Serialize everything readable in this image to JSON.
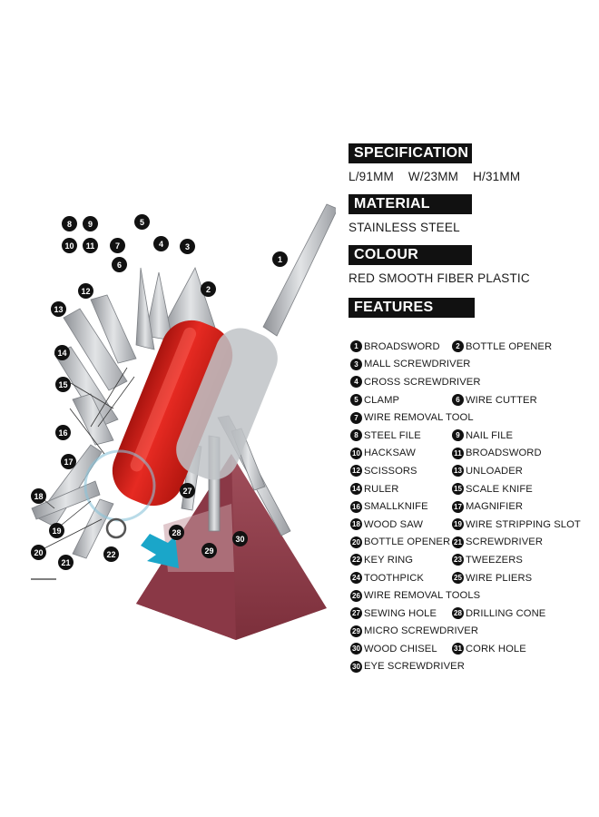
{
  "specification": {
    "header": "SPECIFICATION",
    "length": "L/91MM",
    "width": "W/23MM",
    "height": "H/31MM"
  },
  "material": {
    "header": "MATERIAL",
    "value": "STAINLESS STEEL"
  },
  "colour": {
    "header": "COLOUR",
    "value": "RED SMOOTH FIBER PLASTIC"
  },
  "features": {
    "header": "FEATURES",
    "rows": [
      [
        {
          "n": "1",
          "label": "BROADSWORD"
        },
        {
          "n": "2",
          "label": "BOTTLE OPENER"
        }
      ],
      [
        {
          "n": "3",
          "label": "MALL SCREWDRIVER"
        }
      ],
      [
        {
          "n": "4",
          "label": "CROSS SCREWDRIVER"
        }
      ],
      [
        {
          "n": "5",
          "label": "CLAMP"
        },
        {
          "n": "6",
          "label": "WIRE CUTTER"
        }
      ],
      [
        {
          "n": "7",
          "label": "WIRE REMOVAL TOOL"
        }
      ],
      [
        {
          "n": "8",
          "label": "STEEL FILE"
        },
        {
          "n": "9",
          "label": "NAIL FILE"
        }
      ],
      [
        {
          "n": "10",
          "label": "HACKSAW"
        },
        {
          "n": "11",
          "label": "BROADSWORD"
        }
      ],
      [
        {
          "n": "12",
          "label": "SCISSORS"
        },
        {
          "n": "13",
          "label": "UNLOADER"
        }
      ],
      [
        {
          "n": "14",
          "label": "RULER"
        },
        {
          "n": "15",
          "label": "SCALE KNIFE"
        }
      ],
      [
        {
          "n": "16",
          "label": "SMALLKNIFE"
        },
        {
          "n": "17",
          "label": "MAGNIFIER"
        }
      ],
      [
        {
          "n": "18",
          "label": "WOOD SAW"
        },
        {
          "n": "19",
          "label": "WIRE STRIPPING SLOT"
        }
      ],
      [
        {
          "n": "20",
          "label": "BOTTLE OPENER"
        },
        {
          "n": "21",
          "label": "SCREWDRIVER"
        }
      ],
      [
        {
          "n": "22",
          "label": "KEY RING"
        },
        {
          "n": "23",
          "label": "TWEEZERS"
        }
      ],
      [
        {
          "n": "24",
          "label": "TOOTHPICK"
        },
        {
          "n": "25",
          "label": "WIRE PLIERS"
        }
      ],
      [
        {
          "n": "26",
          "label": "WIRE REMOVAL TOOLS"
        }
      ],
      [
        {
          "n": "27",
          "label": "SEWING HOLE"
        },
        {
          "n": "28",
          "label": "DRILLING CONE"
        }
      ],
      [
        {
          "n": "29",
          "label": "MICRO SCREWDRIVER"
        }
      ],
      [
        {
          "n": "30",
          "label": "WOOD CHISEL"
        },
        {
          "n": "31",
          "label": "CORK HOLE"
        }
      ],
      [
        {
          "n": "30",
          "label": "EYE SCREWDRIVER"
        }
      ]
    ]
  },
  "callouts": [
    "1",
    "2",
    "3",
    "4",
    "5",
    "6",
    "7",
    "8",
    "9",
    "10",
    "11",
    "12",
    "13",
    "14",
    "15",
    "16",
    "17",
    "18",
    "19",
    "20",
    "21",
    "22",
    "27",
    "28",
    "29",
    "30"
  ],
  "colors": {
    "knife_red": "#d8201c",
    "steel": "#b9bcc0",
    "stand": "#8e3b48",
    "arrow": "#1aa6c9",
    "label_bg": "#111111"
  }
}
